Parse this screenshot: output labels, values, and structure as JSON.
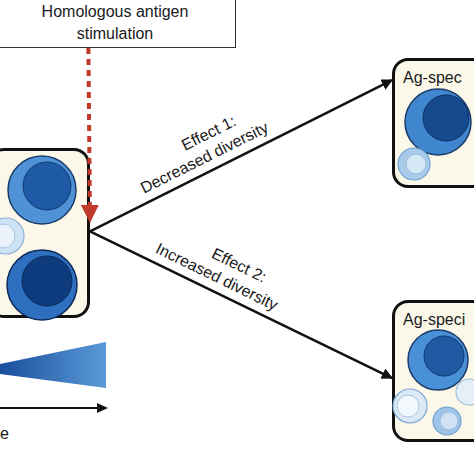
{
  "diagram": {
    "nodes": [
      {
        "text": [
          "Homologous antigen stimulation"
        ]
      },
      {
        "text": []
      },
      {
        "text": [
          "Ag-spec"
        ]
      },
      {
        "text": [
          "Ag-speci"
        ]
      }
    ],
    "edges": [
      {
        "from": 0,
        "to": 1,
        "arrow": "to"
      },
      {
        "from": 1,
        "to": 2,
        "label": "Effect 1: Decreased diversity",
        "arrow": "to"
      },
      {
        "from": 1,
        "to": 3,
        "label": "Effect 2: Increased diversity",
        "arrow": "to"
      }
    ],
    "labels": [
      "e"
    ]
  }
}
